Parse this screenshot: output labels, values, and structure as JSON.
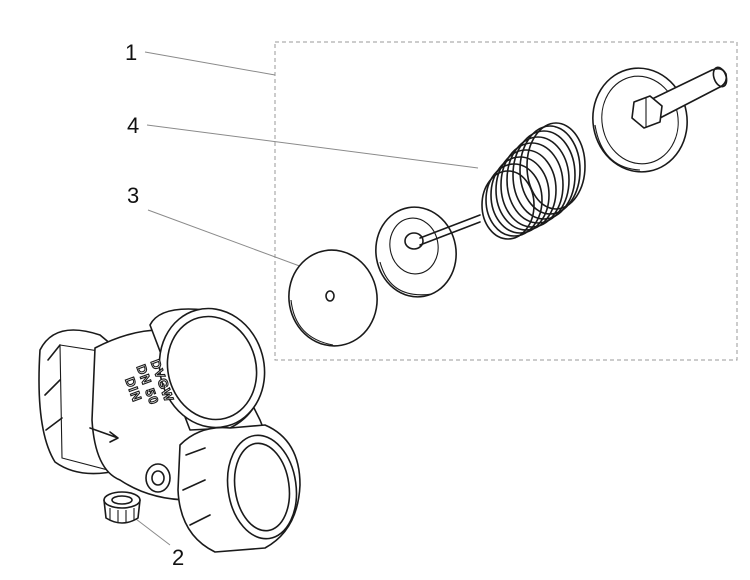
{
  "callouts": {
    "c1": "1",
    "c2": "2",
    "c3": "3",
    "c4": "4"
  },
  "body_marking": {
    "line1": "DVGW",
    "line2": "DN 50",
    "line3": "DIN"
  },
  "colors": {
    "line": "#1a1a1a",
    "leader": "#8a8a8a",
    "background": "#ffffff"
  }
}
